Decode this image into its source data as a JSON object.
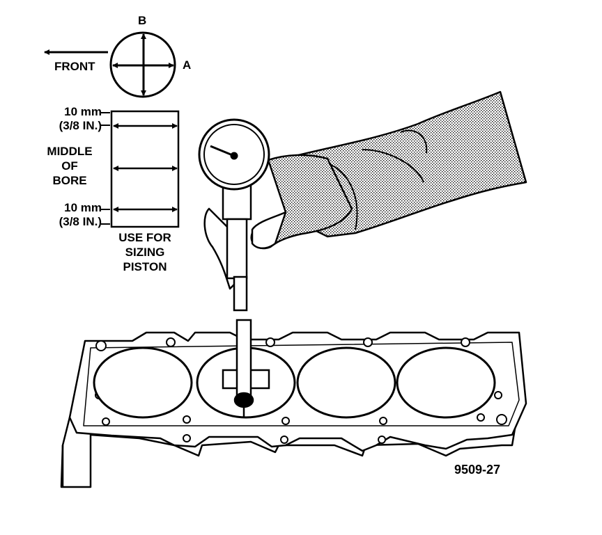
{
  "labels": {
    "b": "B",
    "a": "A",
    "front": "FRONT",
    "top_mm": "10 mm",
    "top_in": "(3/8 IN.)",
    "middle_1": "MIDDLE",
    "middle_2": "OF",
    "middle_3": "BORE",
    "bottom_mm": "10 mm",
    "bottom_in": "(3/8 IN.)",
    "use_1": "USE FOR",
    "use_2": "SIZING",
    "use_3": "PISTON",
    "figure_id": "9509-27"
  },
  "colors": {
    "ink": "#000000",
    "paper": "#ffffff",
    "shade": "#9a9a9a"
  }
}
